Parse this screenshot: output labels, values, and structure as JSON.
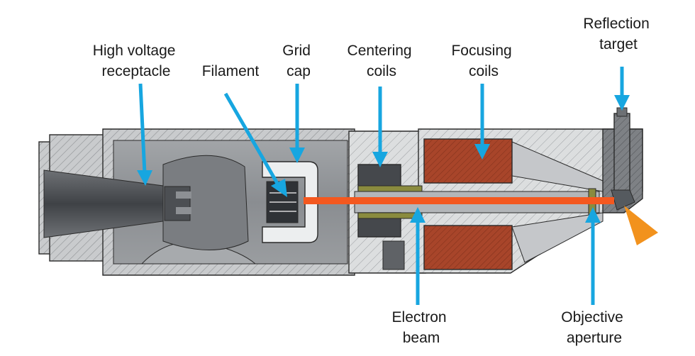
{
  "labels": {
    "high_voltage_receptacle": [
      "High voltage",
      "receptacle"
    ],
    "filament": [
      "Filament"
    ],
    "grid_cap": [
      "Grid",
      "cap"
    ],
    "centering_coils": [
      "Centering",
      "coils"
    ],
    "focusing_coils": [
      "Focusing",
      "coils"
    ],
    "reflection_target": [
      "Reflection",
      "target"
    ],
    "electron_beam": [
      "Electron",
      "beam"
    ],
    "objective_aperture": [
      "Objective",
      "aperture"
    ]
  },
  "colors": {
    "arrow": "#17a6e0",
    "beam": "#f4581f",
    "housing": "#8d9094",
    "housing_dark": "#6b6e72",
    "coil": "#a8452a",
    "xray_cone": "#f2921d",
    "hatch": "#c4c6c8"
  }
}
